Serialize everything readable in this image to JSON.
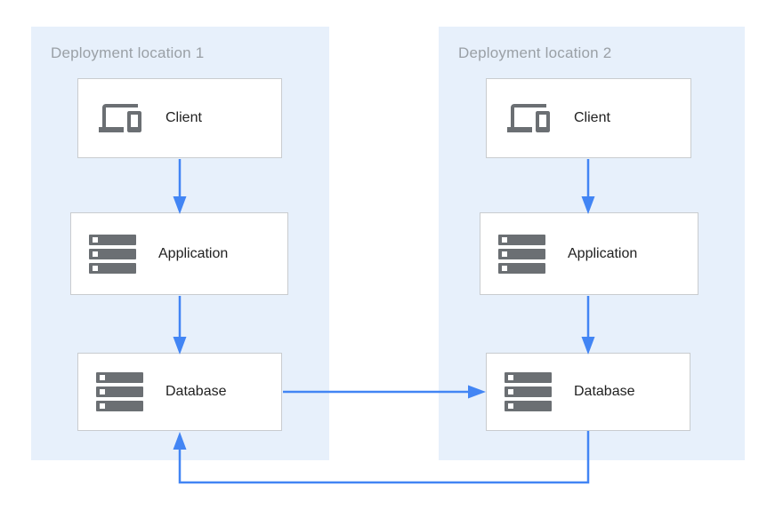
{
  "diagram": {
    "panels": [
      {
        "id": "deployment-location-1",
        "title": "Deployment location 1",
        "nodes": [
          {
            "id": "client-1",
            "label": "Client",
            "icon": "devices-icon"
          },
          {
            "id": "application-1",
            "label": "Application",
            "icon": "server-stack-icon"
          },
          {
            "id": "database-1",
            "label": "Database",
            "icon": "server-stack-icon"
          }
        ]
      },
      {
        "id": "deployment-location-2",
        "title": "Deployment location 2",
        "nodes": [
          {
            "id": "client-2",
            "label": "Client",
            "icon": "devices-icon"
          },
          {
            "id": "application-2",
            "label": "Application",
            "icon": "server-stack-icon"
          },
          {
            "id": "database-2",
            "label": "Database",
            "icon": "server-stack-icon"
          }
        ]
      }
    ],
    "connections": [
      {
        "from": "client-1",
        "to": "application-1",
        "style": "straight-arrow"
      },
      {
        "from": "application-1",
        "to": "database-1",
        "style": "straight-arrow"
      },
      {
        "from": "client-2",
        "to": "application-2",
        "style": "straight-arrow"
      },
      {
        "from": "application-2",
        "to": "database-2",
        "style": "straight-arrow"
      },
      {
        "from": "database-1",
        "to": "database-2",
        "style": "straight-arrow"
      },
      {
        "from": "database-2",
        "to": "database-1",
        "style": "elbow-bottom-arrow"
      }
    ],
    "colors": {
      "canvas_bg": "#ffffff",
      "panel_bg": "#e7f0fb",
      "arrow_blue": "#4285f4",
      "node_bg": "#ffffff",
      "node_border": "#c9cccf",
      "icon_gray": "#6b6f73",
      "panel_title_gray": "#9aa0a6",
      "node_label": "#212121"
    }
  }
}
